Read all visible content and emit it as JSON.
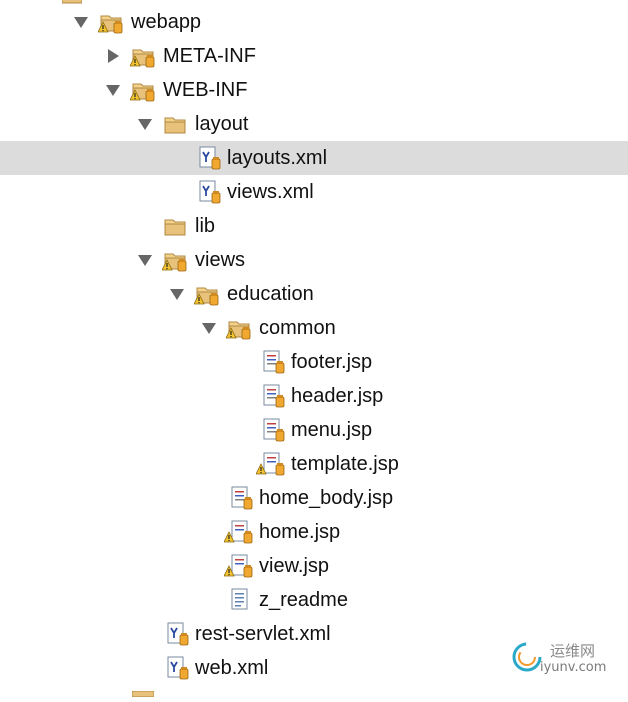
{
  "tree": {
    "items": [
      {
        "label": "webapp",
        "icon": "folder-warning-icon",
        "expander": "expanded"
      },
      {
        "label": "META-INF",
        "icon": "folder-warning-icon",
        "expander": "collapsed"
      },
      {
        "label": "WEB-INF",
        "icon": "folder-warning-icon",
        "expander": "expanded"
      },
      {
        "label": "layout",
        "icon": "folder-icon",
        "expander": "expanded"
      },
      {
        "label": "layouts.xml",
        "icon": "xml-file-icon",
        "expander": "none",
        "selected": true
      },
      {
        "label": "views.xml",
        "icon": "xml-file-icon",
        "expander": "none"
      },
      {
        "label": "lib",
        "icon": "folder-icon",
        "expander": "none"
      },
      {
        "label": "views",
        "icon": "folder-warning-icon",
        "expander": "expanded"
      },
      {
        "label": "education",
        "icon": "folder-warning-icon",
        "expander": "expanded"
      },
      {
        "label": "common",
        "icon": "folder-warning-icon",
        "expander": "expanded"
      },
      {
        "label": "footer.jsp",
        "icon": "jsp-file-icon",
        "expander": "none"
      },
      {
        "label": "header.jsp",
        "icon": "jsp-file-icon",
        "expander": "none"
      },
      {
        "label": "menu.jsp",
        "icon": "jsp-file-icon",
        "expander": "none"
      },
      {
        "label": "template.jsp",
        "icon": "jsp-file-warning-icon",
        "expander": "none"
      },
      {
        "label": "home_body.jsp",
        "icon": "jsp-file-icon",
        "expander": "none"
      },
      {
        "label": "home.jsp",
        "icon": "jsp-file-warning-icon",
        "expander": "none"
      },
      {
        "label": "view.jsp",
        "icon": "jsp-file-warning-icon",
        "expander": "none"
      },
      {
        "label": "z_readme",
        "icon": "text-file-icon",
        "expander": "none"
      },
      {
        "label": "rest-servlet.xml",
        "icon": "xml-file-icon",
        "expander": "none"
      },
      {
        "label": "web.xml",
        "icon": "xml-file-icon",
        "expander": "none"
      }
    ]
  },
  "watermark": {
    "cn": "运维网",
    "en": "iyunv.com"
  },
  "colors": {
    "selection": "#dcdcdc",
    "folder": "#e8c27a",
    "warning": "#f2c230",
    "twisty": "#666666"
  }
}
